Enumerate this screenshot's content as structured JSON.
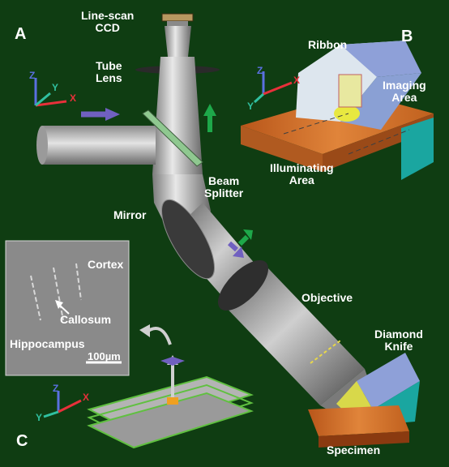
{
  "panels": {
    "a": "A",
    "b": "B",
    "c": "C"
  },
  "labels": {
    "line_scan_ccd": "Line-scan\nCCD",
    "tube_lens": "Tube\nLens",
    "beam_splitter": "Beam\nSplitter",
    "mirror": "Mirror",
    "objective": "Objective",
    "diamond_knife": "Diamond\nKnife",
    "specimen": "Specimen",
    "ribbon": "Ribbon",
    "imaging_area": "Imaging\nArea",
    "illuminating_area": "Illuminating\nArea"
  },
  "inset": {
    "cortex": "Cortex",
    "callosum": "Callosum",
    "hippocampus": "Hippocampus",
    "scale_bar": "100µm"
  },
  "axes": {
    "x": "X",
    "y": "Y",
    "z": "Z"
  },
  "colors": {
    "background": "#0f3d12",
    "axis_x": "#e8303a",
    "axis_y": "#30c0a0",
    "axis_z": "#5a70e0",
    "arrow_green": "#1ea84a",
    "arrow_purple": "#7060c0",
    "specimen_orange": "#e07a2a",
    "knife_blue": "#8ea0d8",
    "knife_teal": "#1aa6a0"
  }
}
